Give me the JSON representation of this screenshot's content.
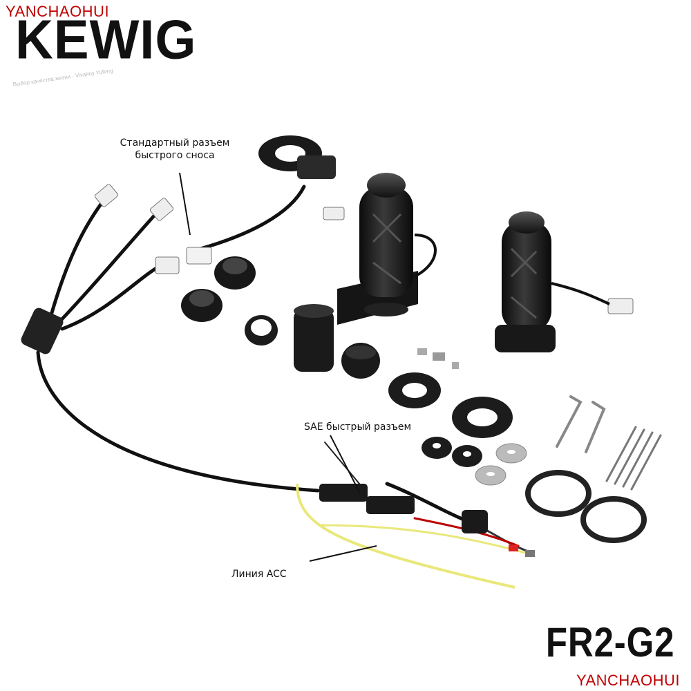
{
  "watermark": {
    "top": "YANCHAOHUI",
    "bottom": "YANCHAOHUI"
  },
  "brand": {
    "name": "KEWIG",
    "slogan": "Выбор качества жизни · Vivalmy Yufeng"
  },
  "labels": {
    "quick_disconnect": [
      "Стандартный разъем",
      "быстрого сноса"
    ],
    "sae_connector": "SAE быстрый разъем",
    "acc_line": "Линия ACC"
  },
  "model": "FR2-G2"
}
